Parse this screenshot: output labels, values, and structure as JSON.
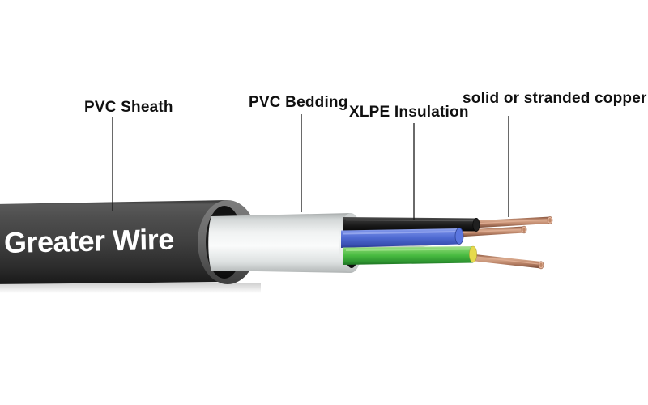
{
  "brand": {
    "text": "Greater Wire",
    "text_color": "#ffffff"
  },
  "labels": {
    "sheath": "PVC Sheath",
    "bedding": "PVC Bedding",
    "insulation": "XLPE Insulation",
    "conductor": "solid or stranded copper"
  },
  "colors": {
    "background": "#ffffff",
    "label_text": "#101010",
    "leader_line": "#1a1a1a",
    "sheath_pvc": "#3f3f3f",
    "bedding_pvc": "#eef0f0",
    "core_black": "#1c1c1c",
    "core_blue": "#4a66d2",
    "core_green": "#4cbb42",
    "earth_yellow": "#e6da4d",
    "copper": "#c08a6e"
  }
}
